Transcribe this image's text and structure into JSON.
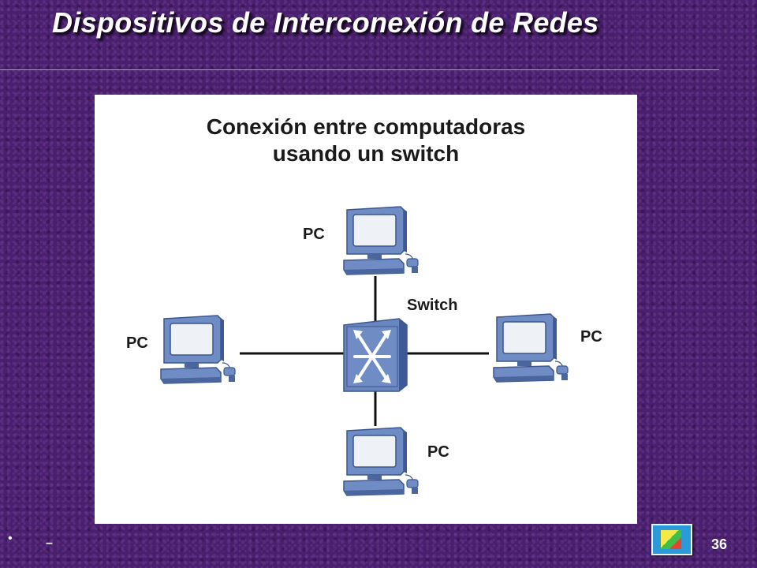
{
  "slide": {
    "title": "Dispositivos de Interconexión de Redes",
    "page_number": "36",
    "footer_bullet": "•",
    "footer_dash": "–"
  },
  "diagram": {
    "heading_line1": "Conexión entre computadoras",
    "heading_line2": "usando un switch",
    "switch_label": "Switch",
    "pc_top_label": "PC",
    "pc_left_label": "PC",
    "pc_right_label": "PC",
    "pc_bottom_label": "PC"
  },
  "colors": {
    "background": "#4a1f6e",
    "device_blue": "#5a78b4",
    "screen": "#e9edf3"
  }
}
